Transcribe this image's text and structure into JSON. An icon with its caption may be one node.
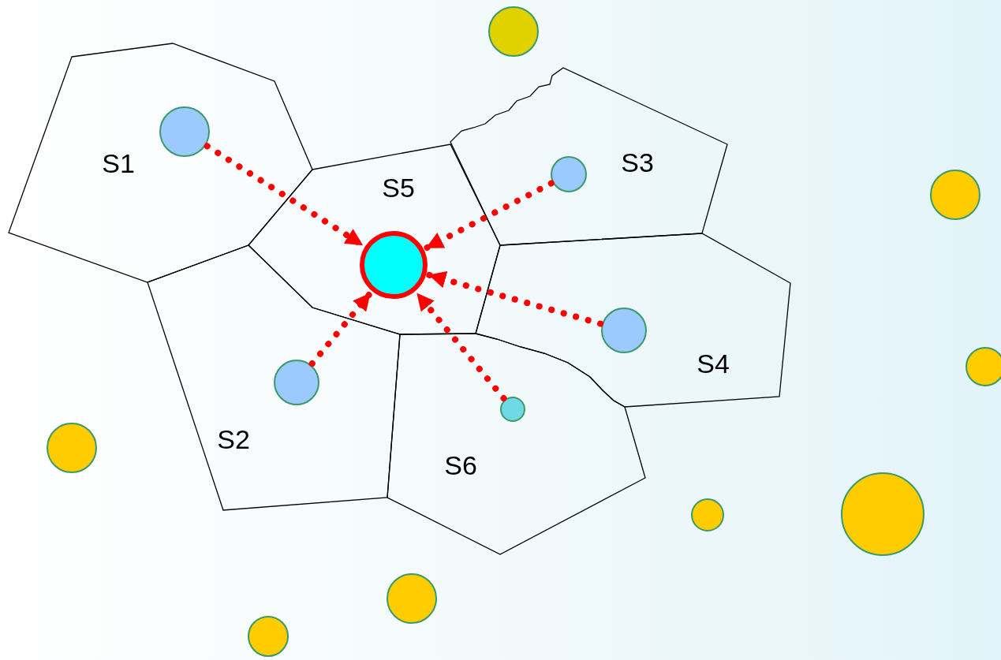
{
  "diagram": {
    "nodes": [
      {
        "text": [
          "S1"
        ]
      },
      {
        "text": [],
        "shape": "circle",
        "in": 0
      },
      {
        "text": [
          "S2"
        ]
      },
      {
        "text": [],
        "shape": "circle",
        "in": 2
      },
      {
        "text": [
          "S3"
        ]
      },
      {
        "text": [],
        "shape": "circle",
        "in": 4
      },
      {
        "text": [
          "S4"
        ]
      },
      {
        "text": [],
        "shape": "circle",
        "in": 6
      },
      {
        "text": [
          "S5"
        ]
      },
      {
        "text": [],
        "shape": "circle",
        "in": 8
      },
      {
        "text": [
          "S6"
        ]
      },
      {
        "text": [],
        "shape": "circle",
        "in": 10
      },
      {
        "text": [],
        "shape": "circle"
      },
      {
        "text": [],
        "shape": "circle"
      },
      {
        "text": [],
        "shape": "circle"
      },
      {
        "text": [],
        "shape": "circle"
      },
      {
        "text": [],
        "shape": "circle"
      },
      {
        "text": [],
        "shape": "circle"
      },
      {
        "text": [],
        "shape": "circle"
      },
      {
        "text": [],
        "shape": "circle"
      }
    ],
    "edges": [
      {
        "from": 1,
        "to": 9,
        "arrow": "to",
        "style": "dashed"
      },
      {
        "from": 5,
        "to": 9,
        "arrow": "to",
        "style": "dashed"
      },
      {
        "from": 7,
        "to": 9,
        "arrow": "to",
        "style": "dashed"
      },
      {
        "from": 3,
        "to": 9,
        "arrow": "to",
        "style": "dashed"
      },
      {
        "from": 11,
        "to": 9,
        "arrow": "to",
        "style": "dashed"
      }
    ]
  }
}
